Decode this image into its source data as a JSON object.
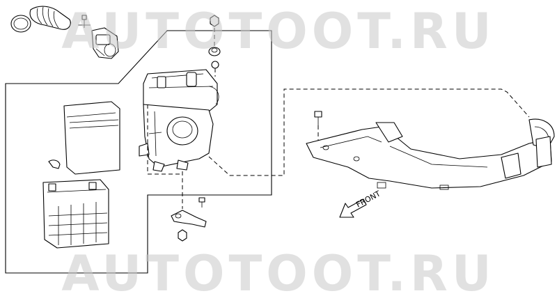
{
  "watermark": {
    "top": "AUTOTOOT.RU",
    "bottom": "AUTOTOOT.RU"
  },
  "front_label": "FRONT"
}
